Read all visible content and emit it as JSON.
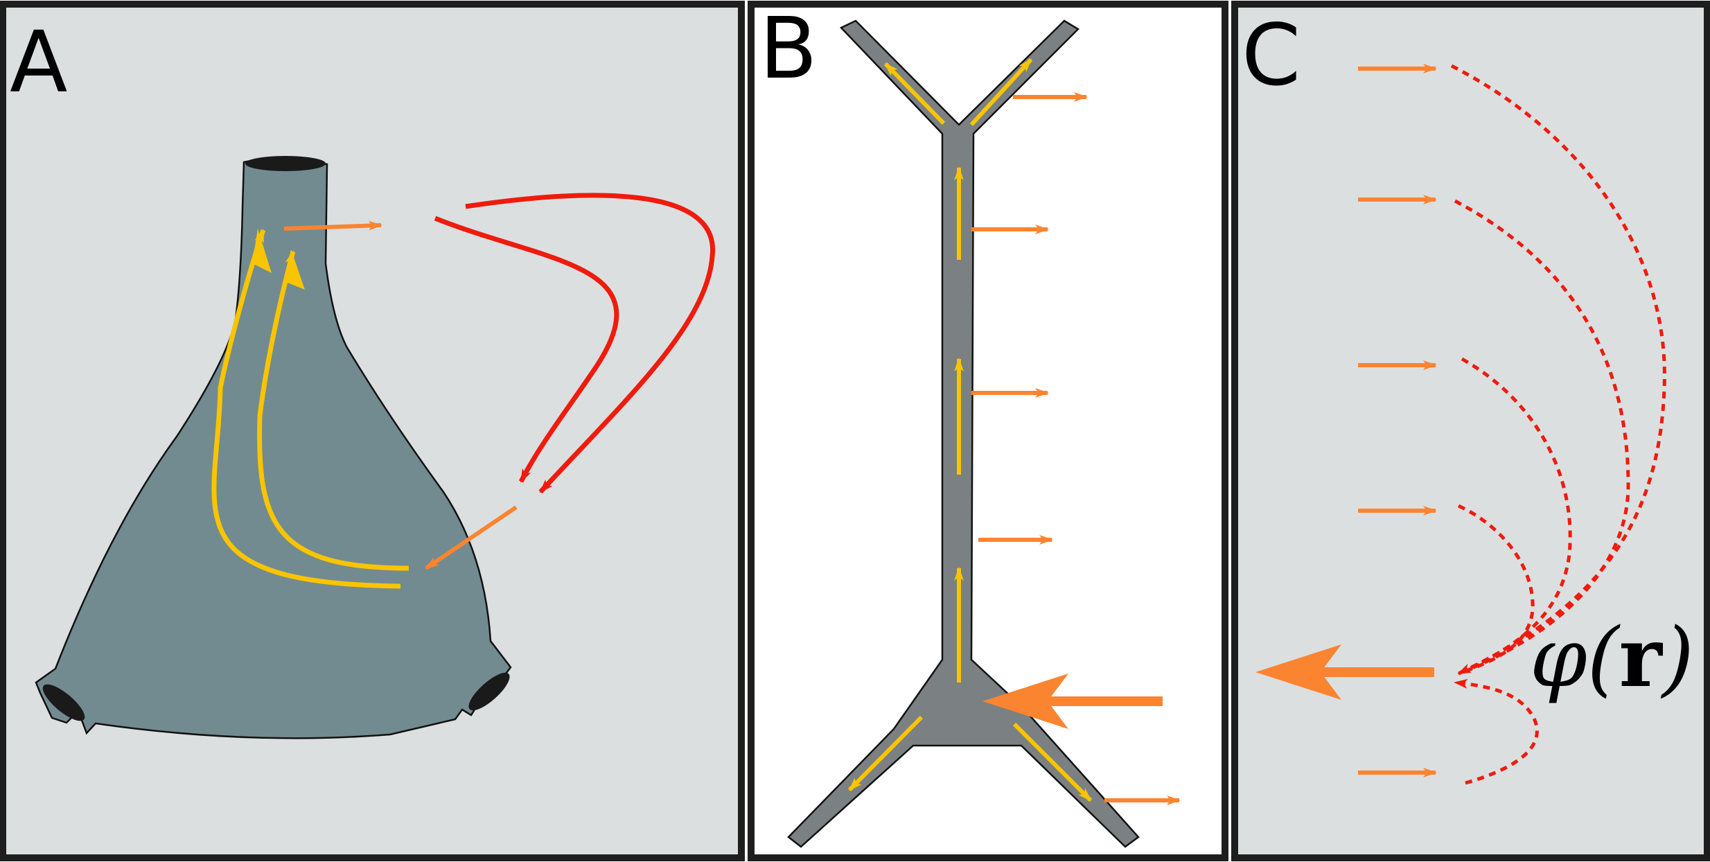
{
  "panels": {
    "a": {
      "label": "A"
    },
    "b": {
      "label": "B"
    },
    "c": {
      "label": "C"
    }
  },
  "formula": {
    "phi": "φ",
    "open": "(",
    "r": "r",
    "close": ")"
  },
  "colors": {
    "panel_gray": "#dcdfe0",
    "panel_white": "#ffffff",
    "border": "#1e1e1e",
    "neuron_body": "#728b90",
    "neuron_b": "#7b8083",
    "current_yellow": "#f9c400",
    "emission_orange": "#fb8431",
    "field_red": "#ef1b0d"
  }
}
